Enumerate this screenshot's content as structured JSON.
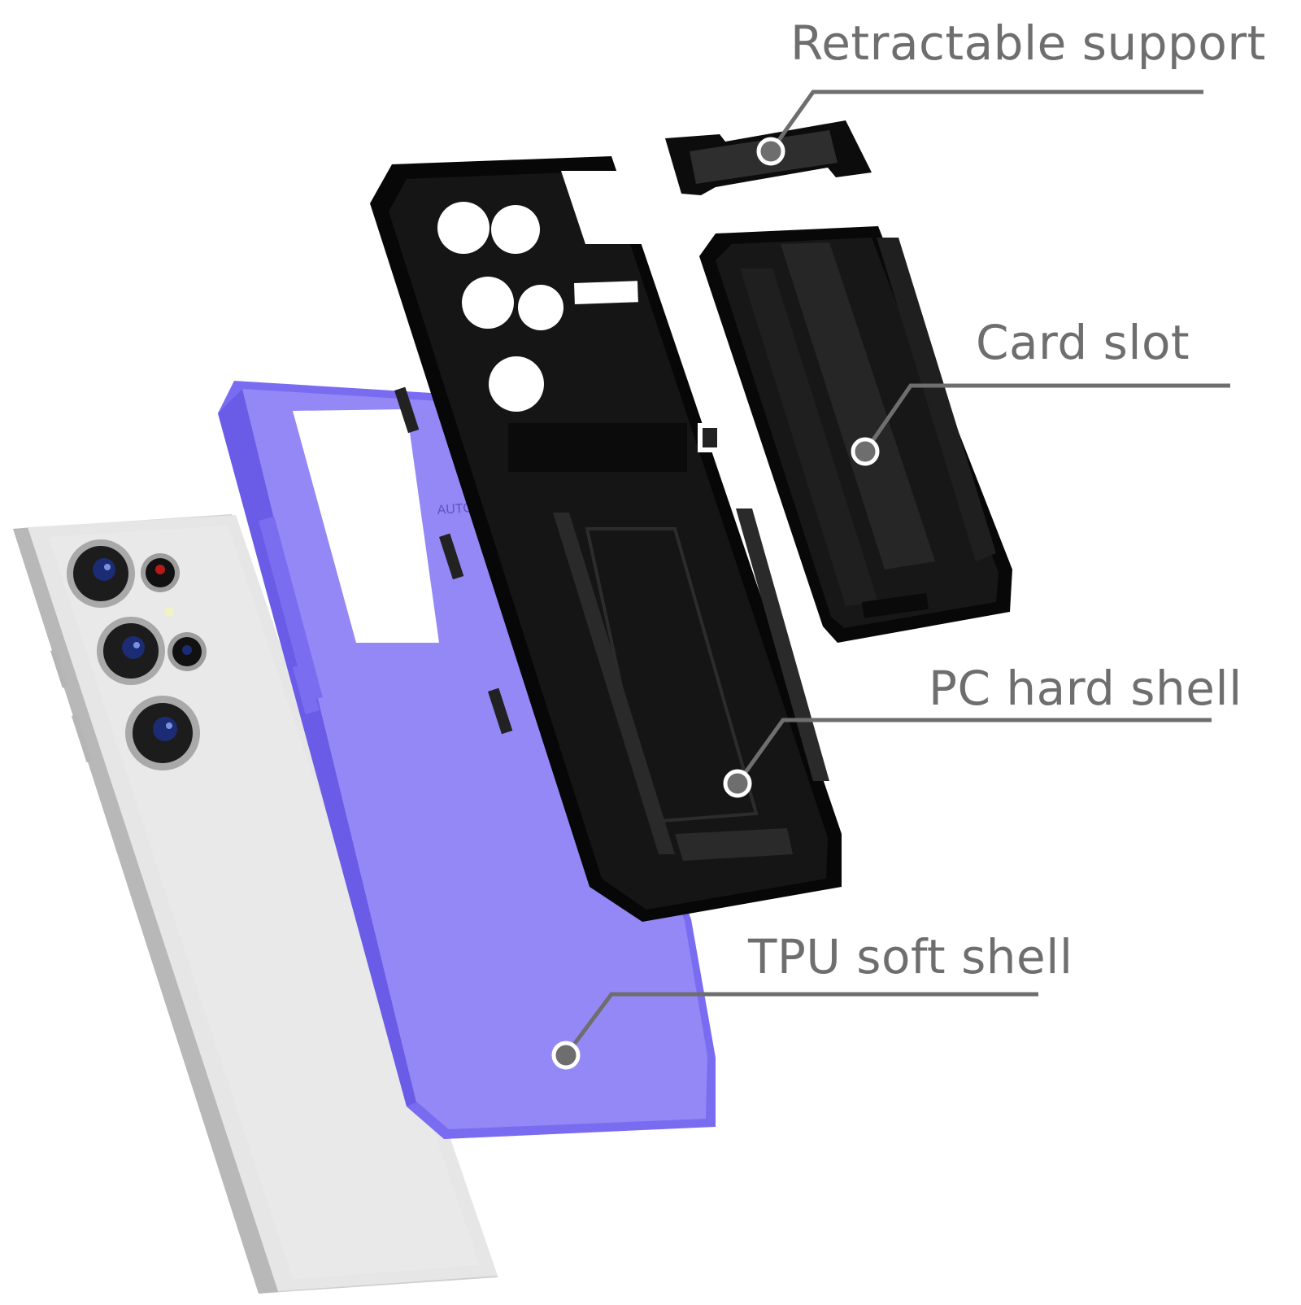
{
  "callouts": [
    {
      "label": "Retractable support"
    },
    {
      "label": "Card slot"
    },
    {
      "label": "PC hard shell"
    },
    {
      "label": "TPU soft shell"
    }
  ],
  "case_embossing": "AUTOFO",
  "colors": {
    "label_text": "#6e6e6e",
    "leader_line": "#6e6e6e",
    "tpu_shell": "#9287f6",
    "tpu_shell_edge": "#7667ee",
    "pc_shell": "#0a0a0a",
    "phone_body": "#e4e4e4",
    "phone_frame": "#bdbdbd",
    "background": "#ffffff"
  }
}
